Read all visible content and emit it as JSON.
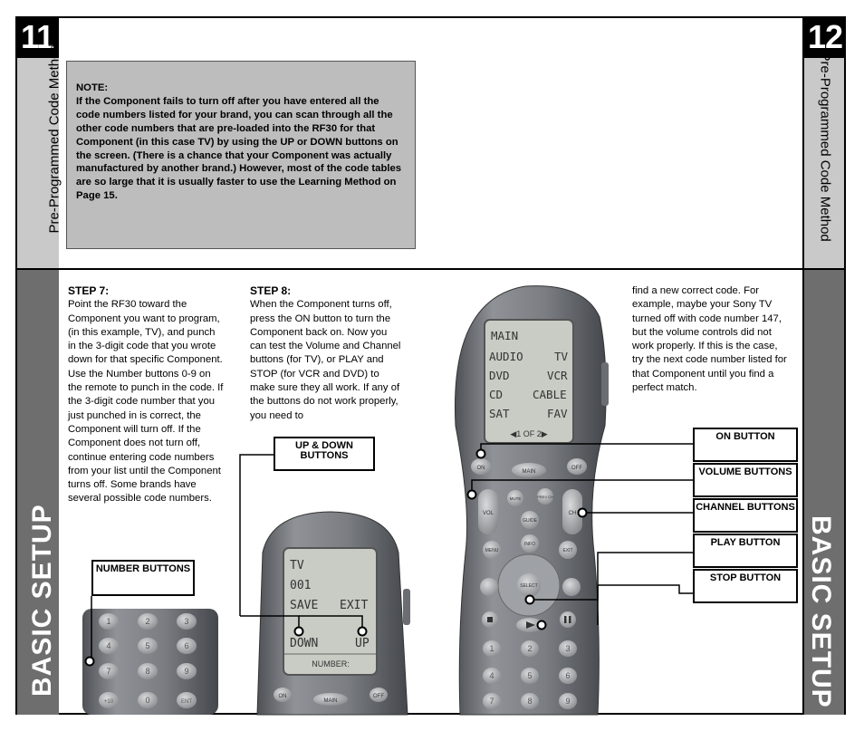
{
  "pages": {
    "left_number": "11",
    "right_number": "12"
  },
  "sidebar": {
    "method_label_left": "Pre-Programmed Code Method",
    "method_label_right": "Pre-Programmed Code Method",
    "section_left": "BASIC SETUP",
    "section_right": "BASIC SETUP"
  },
  "note": {
    "heading": "NOTE:",
    "body": "If the Component fails to turn off after you have entered all the code numbers listed for your brand, you can scan through all the other code numbers that are pre-loaded into the RF30 for that Component (in this case TV) by using the UP or DOWN buttons on the screen. (There is a chance that your Component was actually manufactured by another brand.) However, most of the code tables are so large that it is usually faster to use the Learning Method on Page 15."
  },
  "step7": {
    "heading": "STEP 7:",
    "body": "Point the RF30 toward the Component you want to program, (in this example, TV), and punch in the 3-digit code that you wrote down for that specific Component. Use the Number buttons 0-9 on the remote to punch in the code. If the 3-digit code number that you just punched in is correct, the Component will turn off. If the Component does not turn off, continue entering code numbers from your list until the Component turns off. Some brands have several possible code numbers."
  },
  "step8": {
    "heading": "STEP 8:",
    "body": "When the Component turns off, press the ON button to turn the Component back on. Now you can test the Volume and Channel buttons (for TV), or PLAY and STOP (for VCR and DVD) to make sure they all work. If any of the buttons do not work properly, you need to"
  },
  "continued": {
    "body": "find a new correct code. For example, maybe your Sony TV turned off with code number 147, but the volume controls did not work properly. If this is the case, try the next code number listed for that Component until you find a perfect match."
  },
  "callouts": {
    "number_buttons": "NUMBER BUTTONS",
    "up_down_buttons": "UP & DOWN BUTTONS",
    "on_button": "ON BUTTON",
    "volume_buttons": "VOLUME BUTTONS",
    "channel_buttons": "CHANNEL BUTTONS",
    "play_button": "PLAY BUTTON",
    "stop_button": "STOP BUTTON"
  },
  "small_remote_screen": {
    "line1": "TV",
    "line2": "001",
    "save": "SAVE",
    "exit": "EXIT",
    "down": "DOWN",
    "up": "UP",
    "footer": "NUMBER:"
  },
  "small_remote_buttons": {
    "on": "ON",
    "main": "MAIN",
    "off": "OFF"
  },
  "large_remote_screen": {
    "title": "MAIN",
    "audio": "AUDIO",
    "tv": "TV",
    "dvd": "DVD",
    "vcr": "VCR",
    "cd": "CD",
    "cable": "CABLE",
    "sat": "SAT",
    "fav": "FAV",
    "paging": "◀1 OF 2▶"
  },
  "large_remote_buttons": {
    "on": "ON",
    "main": "MAIN",
    "off": "OFF",
    "vol": "VOL",
    "mute": "MUTE",
    "prev_ch": "PREV CH",
    "ch": "CH",
    "guide": "GUIDE",
    "menu": "MENU",
    "info": "INFO",
    "exit": "EXIT",
    "select": "SELECT",
    "digits": [
      "1",
      "2",
      "3",
      "4",
      "5",
      "6",
      "7",
      "8",
      "9"
    ]
  },
  "keypad_digits": [
    "1",
    "2",
    "3",
    "4",
    "5",
    "6",
    "7",
    "8",
    "9",
    "+10",
    "0",
    "ENT"
  ],
  "colors": {
    "remote_body": "#7a7d82",
    "screen": "#c8ccc4",
    "sidebar_dark": "#6e6e6e",
    "sidebar_light": "#c9c9c9",
    "note_bg": "#bdbdbd"
  }
}
